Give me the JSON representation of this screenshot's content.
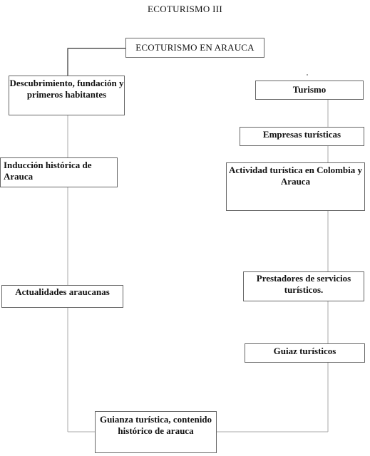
{
  "page": {
    "title": "ECOTURISMO III"
  },
  "diagram": {
    "root": "ECOTURISMO EN ARAUCA",
    "left_branch": [
      "Descubrimiento, fundación y primeros habitantes",
      "Inducción histórica de Arauca",
      "Actualidades araucanas",
      "Guianza turística, contenido histórico de arauca"
    ],
    "right_branch": [
      "Turismo",
      "Empresas turísticas",
      "Actividad turística en Colombia y Arauca",
      "Prestadores de servicios turísticos.",
      "Guiaz turísticos"
    ]
  },
  "colors": {
    "box_border": "#666666",
    "connector": "#aaaaaa",
    "text": "#111111"
  }
}
